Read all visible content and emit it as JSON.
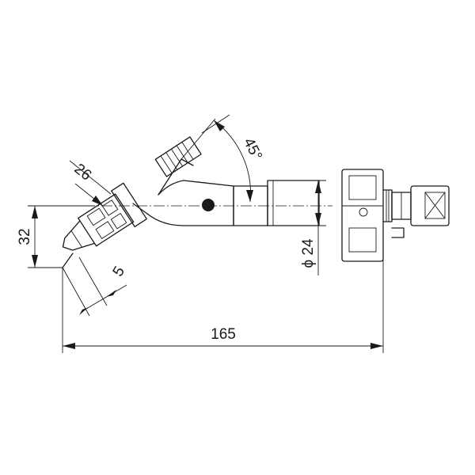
{
  "dimensions": {
    "total_length": "165",
    "diameter": "ϕ 24",
    "height_offset": "32",
    "nozzle_width": "26",
    "tip_length": "5",
    "angle": "45°"
  }
}
